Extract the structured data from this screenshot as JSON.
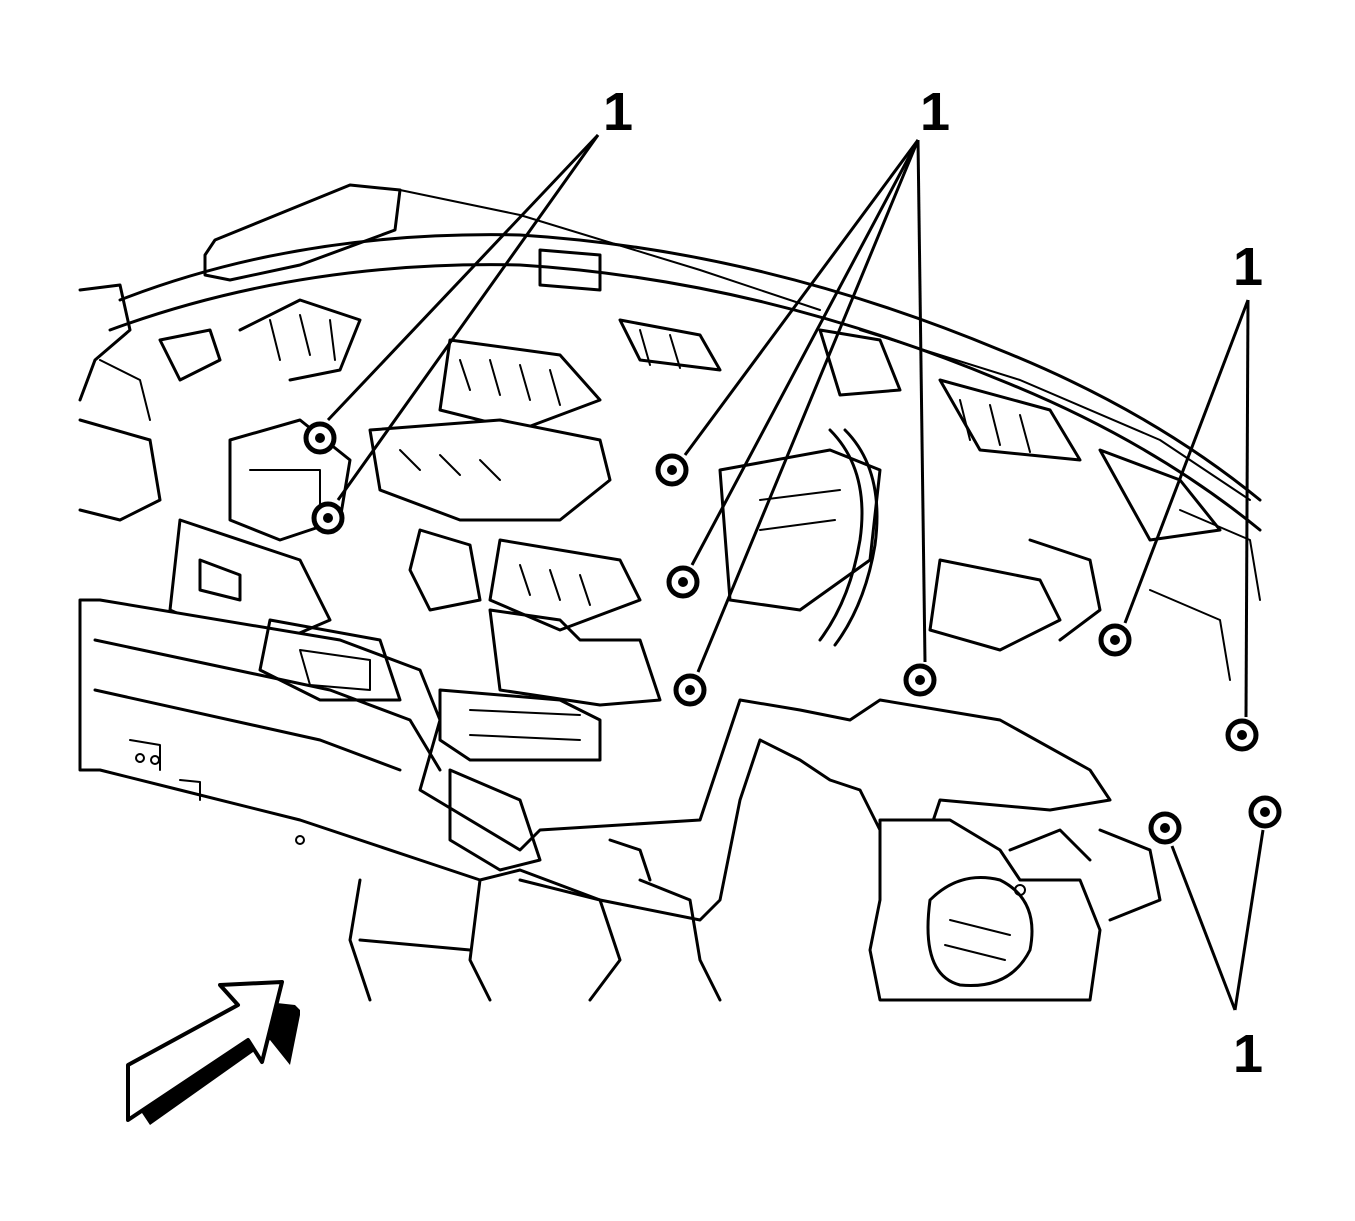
{
  "callout_label": "1",
  "callouts": [
    {
      "id": "top-left"
    },
    {
      "id": "top-center"
    },
    {
      "id": "right"
    },
    {
      "id": "bottom-right"
    }
  ],
  "colors": {
    "line": "#000000",
    "background": "#ffffff"
  },
  "icons": [
    "bolt-icon",
    "view-direction-arrow-icon"
  ]
}
